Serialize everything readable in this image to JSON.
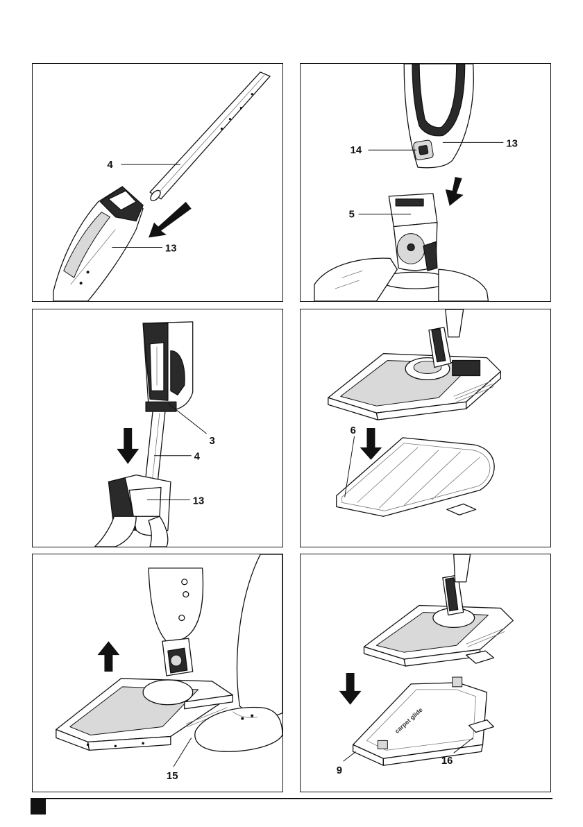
{
  "figures": [
    {
      "id": "fig-a",
      "callouts": [
        "4",
        "13"
      ]
    },
    {
      "id": "fig-b",
      "callouts": [
        "14",
        "13",
        "5"
      ]
    },
    {
      "id": "fig-c",
      "callouts": [
        "3",
        "4",
        "13"
      ]
    },
    {
      "id": "fig-d",
      "callouts": [
        "6"
      ]
    },
    {
      "id": "fig-e",
      "callouts": [
        "15"
      ]
    },
    {
      "id": "fig-f",
      "callouts": [
        "9",
        "16"
      ],
      "pad_text": "carpet glide"
    }
  ],
  "colors": {
    "ink": "#111111",
    "fill_dark": "#2a2a2a",
    "fill_gray": "#d9d9d9"
  }
}
